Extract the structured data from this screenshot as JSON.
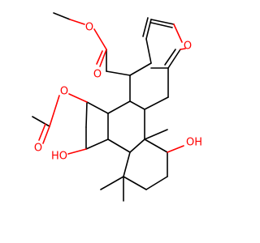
{
  "molecule": {
    "atom_colors": {
      "C": "#000000",
      "O": "#ff0000"
    },
    "labels": {
      "ester_carbonyl_o": "O",
      "ester_ether_o": "O",
      "furan_o": "O",
      "acetate_ether_o": "O",
      "acetate_carbonyl_o": "O",
      "hydroxyl_right": "OH",
      "hydroxyl_left": "HO"
    }
  }
}
